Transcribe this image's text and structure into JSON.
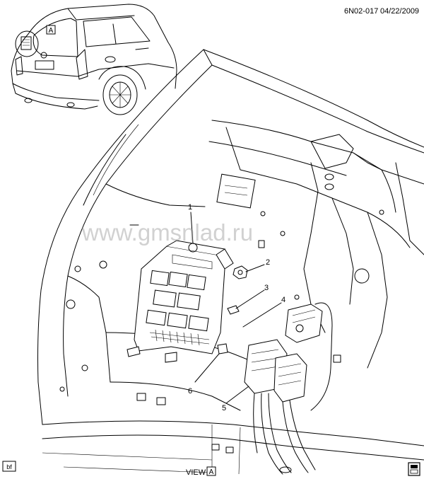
{
  "header": {
    "code": "6N02-017",
    "date": "04/22/2009"
  },
  "inset": {
    "marker": "A"
  },
  "callouts": [
    "1",
    "2",
    "3",
    "4",
    "5",
    "6"
  ],
  "watermark": "www.gmsnlad.ru",
  "footer": {
    "left_tag": "bf",
    "view_label": "VIEW",
    "view_marker": "A"
  }
}
